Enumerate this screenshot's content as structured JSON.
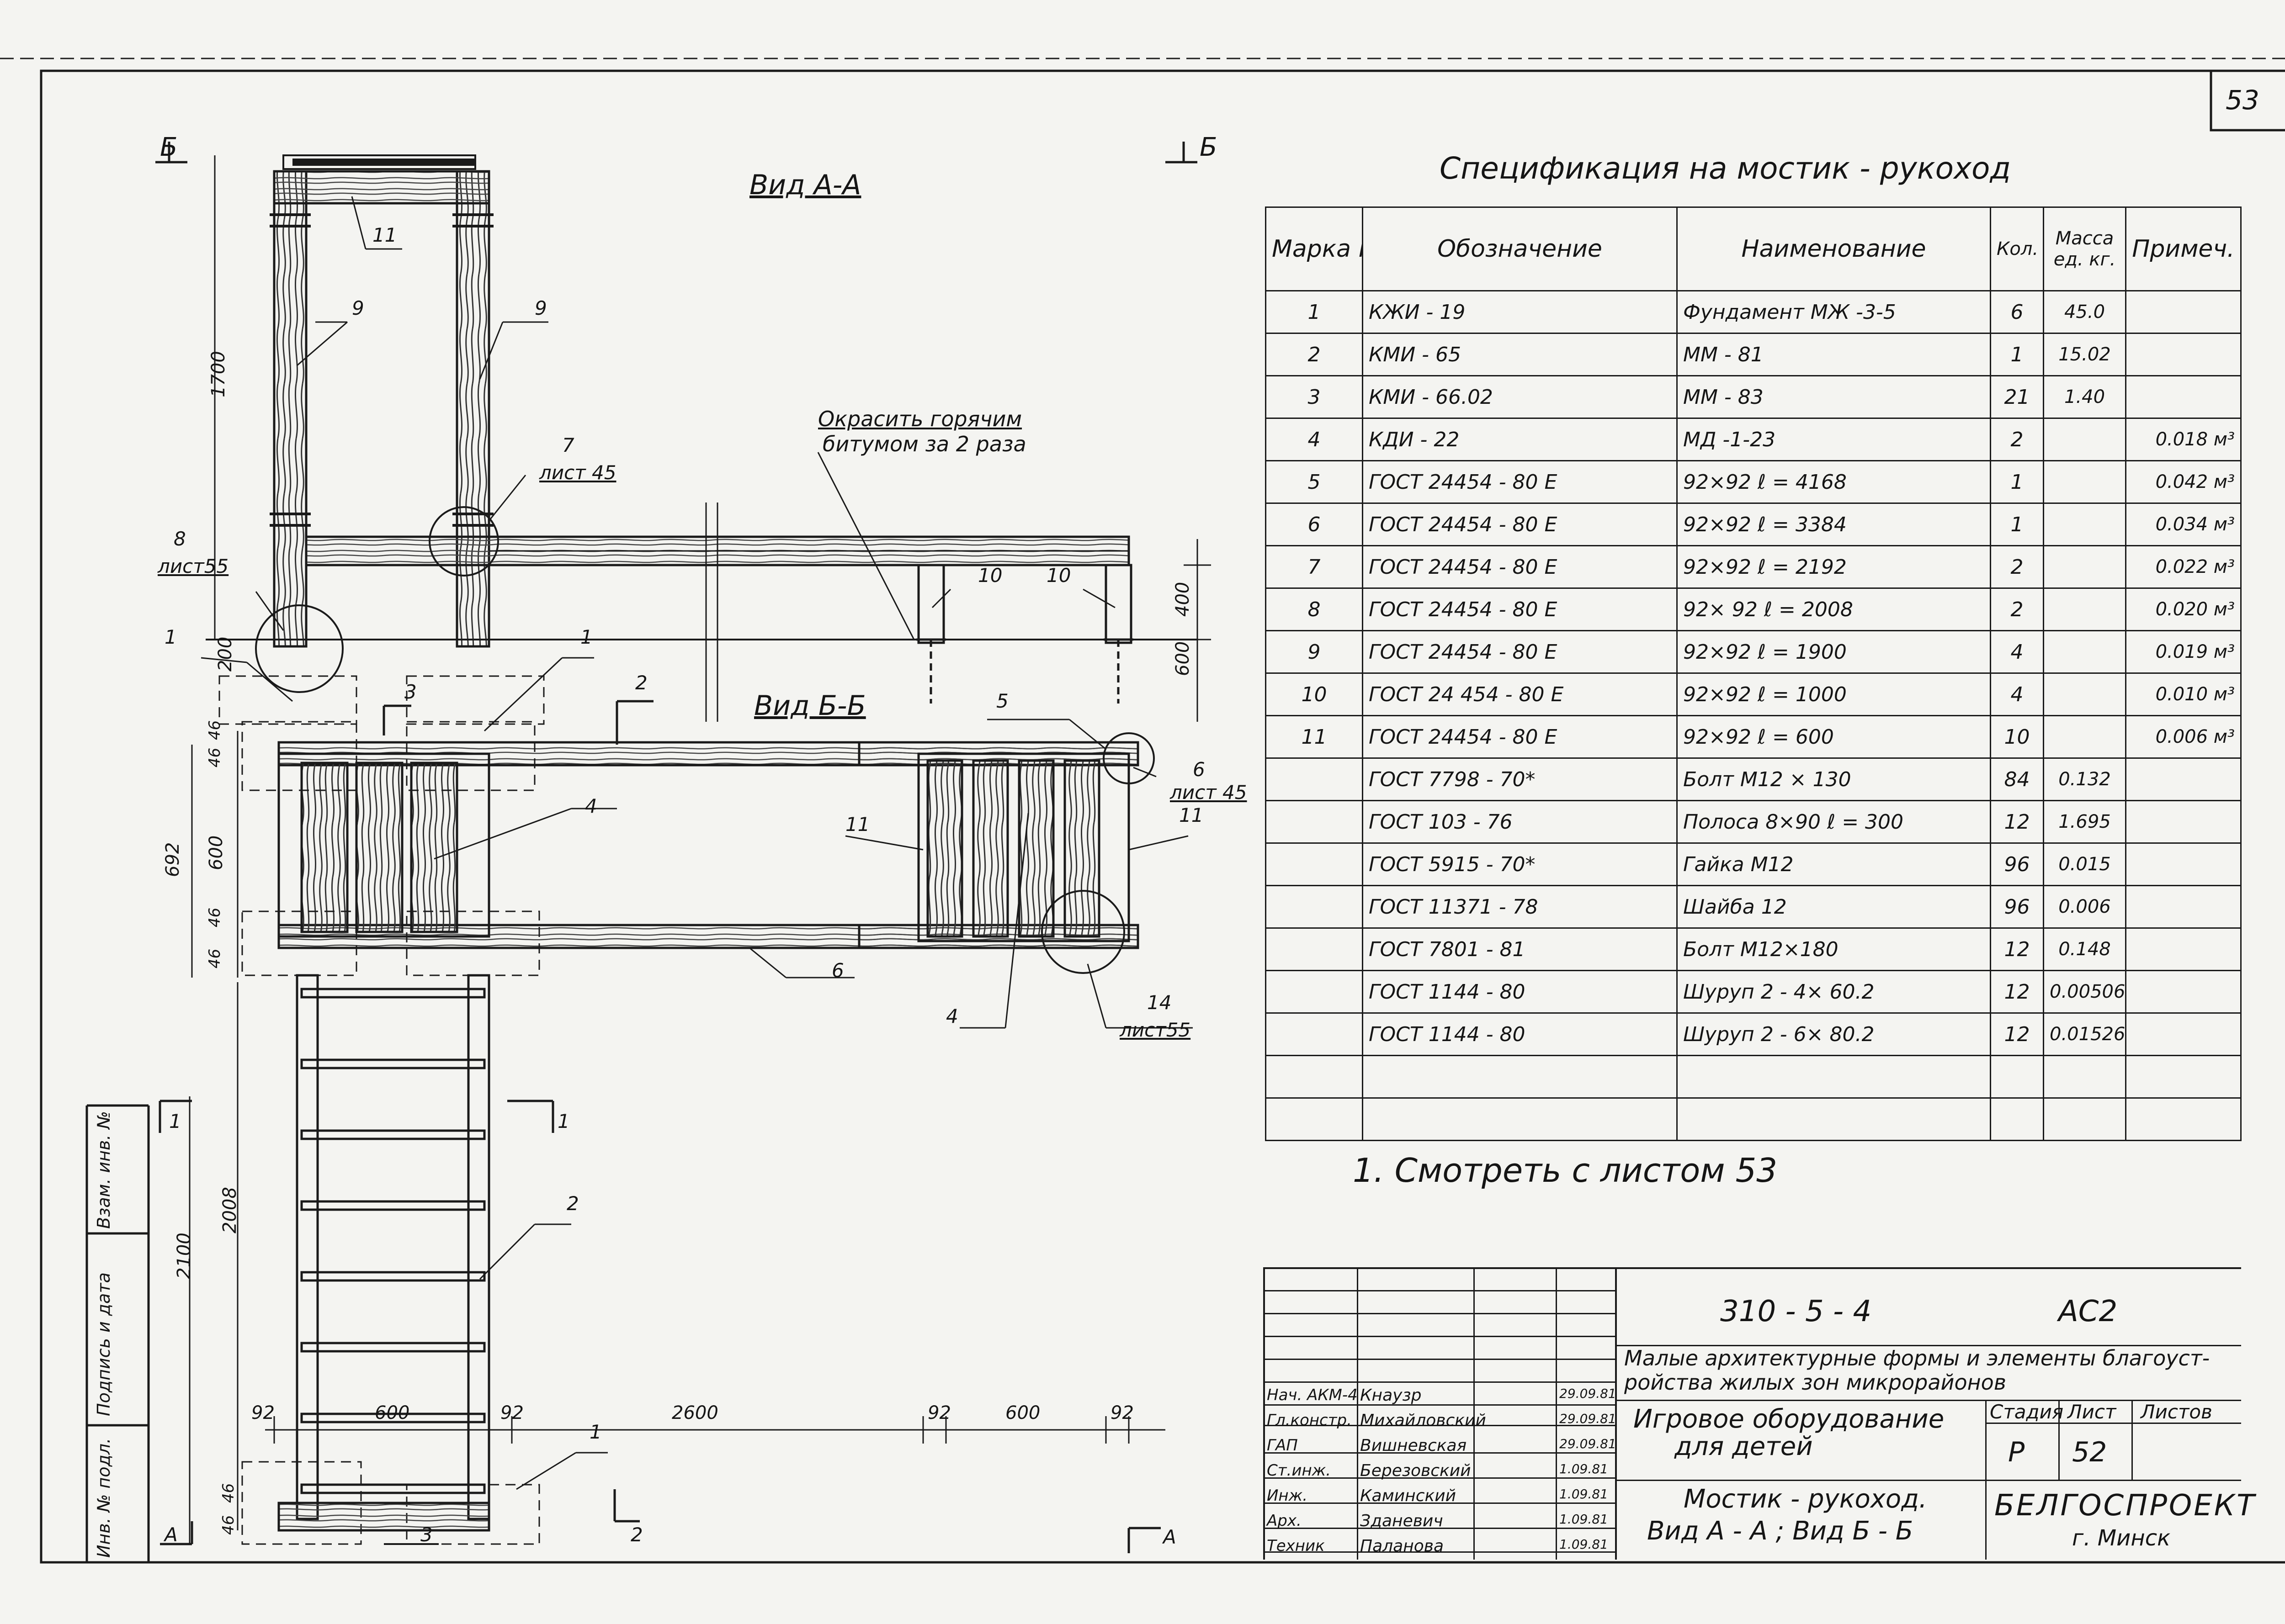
{
  "sheet_number": "53",
  "view_aa": {
    "title": "Вид А-А",
    "cut_left": "Б",
    "cut_right": "Б",
    "note_paint": [
      "Окрасить горячим",
      "битумом за 2 раза"
    ],
    "callouts": {
      "p11": "11",
      "p9a": "9",
      "p9b": "9",
      "p7": "7",
      "p7_sheet": "лист 45",
      "p8": "8",
      "p8_sheet": "лист55",
      "p10a": "10",
      "p10b": "10"
    },
    "dims": {
      "h1700": "1700",
      "h400": "400",
      "h600": "600",
      "h200": "200"
    }
  },
  "view_bb": {
    "title": "Вид Б-Б",
    "callouts": {
      "p1a": "1",
      "p1b": "1",
      "p4": "4",
      "p5": "5",
      "p6": "6",
      "p6_detail": "6",
      "p6_sheet": "лист 45",
      "p11a": "11",
      "p11b": "11",
      "p4b": "4",
      "p14": "14",
      "p14_sheet": "лист55",
      "p3": "3",
      "p2cut": "2"
    },
    "dims": {
      "d46a": "46",
      "d46b": "46",
      "d46c": "46",
      "d46d": "46",
      "d600": "600",
      "d692": "692"
    }
  },
  "ladder": {
    "callouts": {
      "p2": "2",
      "p1": "1",
      "cut1_left": "1",
      "cut1_right": "1",
      "cutA_left": "А",
      "cutA_right": "А",
      "cut3": "3",
      "cut2": "2"
    },
    "dims": {
      "h2100": "2100",
      "h2008": "2008",
      "d92a": "92",
      "d600a": "600",
      "d92b": "92",
      "d2600": "2600",
      "d92c": "92",
      "d600b": "600",
      "d92d": "92",
      "d46a": "46",
      "d46b": "46"
    }
  },
  "margin_stamp": [
    "Инв. № подл.",
    "Подпись и дата",
    "Взам. инв. №"
  ],
  "spec": {
    "title": "Спецификация  на  мостик - рукоход",
    "headers": [
      "Марка поз.",
      "Обозначение",
      "Наименование",
      "Кол.",
      "Масса ед. кг.",
      "Примеч."
    ],
    "rows": [
      {
        "pos": "1",
        "code": "КЖИ - 19",
        "name": "Фундамент  МЖ -3-5",
        "qty": "6",
        "mass": "45.0",
        "note": ""
      },
      {
        "pos": "2",
        "code": "КМИ - 65",
        "name": "ММ - 81",
        "qty": "1",
        "mass": "15.02",
        "note": ""
      },
      {
        "pos": "3",
        "code": "КМИ - 66.02",
        "name": "ММ - 83",
        "qty": "21",
        "mass": "1.40",
        "note": ""
      },
      {
        "pos": "4",
        "code": "КДИ - 22",
        "name": "МД -1-23",
        "qty": "2",
        "mass": "",
        "note": "0.018 м³"
      },
      {
        "pos": "5",
        "code": "ГОСТ  24454 - 80 Е",
        "name": "92×92        ℓ = 4168",
        "qty": "1",
        "mass": "",
        "note": "0.042 м³"
      },
      {
        "pos": "6",
        "code": "ГОСТ 24454 - 80 Е",
        "name": "92×92        ℓ = 3384",
        "qty": "1",
        "mass": "",
        "note": "0.034 м³"
      },
      {
        "pos": "7",
        "code": "ГОСТ 24454 - 80 Е",
        "name": "92×92        ℓ = 2192",
        "qty": "2",
        "mass": "",
        "note": "0.022 м³"
      },
      {
        "pos": "8",
        "code": "ГОСТ 24454 - 80 Е",
        "name": "92× 92        ℓ = 2008",
        "qty": "2",
        "mass": "",
        "note": "0.020 м³"
      },
      {
        "pos": "9",
        "code": "ГОСТ  24454 - 80 Е",
        "name": "92×92        ℓ = 1900",
        "qty": "4",
        "mass": "",
        "note": "0.019 м³"
      },
      {
        "pos": "10",
        "code": "ГОСТ 24 454 - 80 Е",
        "name": "92×92        ℓ = 1000",
        "qty": "4",
        "mass": "",
        "note": "0.010 м³"
      },
      {
        "pos": "11",
        "code": "ГОСТ 24454 - 80 Е",
        "name": "92×92        ℓ = 600",
        "qty": "10",
        "mass": "",
        "note": "0.006 м³"
      },
      {
        "pos": "",
        "code": "ГОСТ  7798 - 70*",
        "name": "Болт  М12 × 130",
        "qty": "84",
        "mass": "0.132",
        "note": ""
      },
      {
        "pos": "",
        "code": "ГОСТ  103 - 76",
        "name": "Полоса  8×90  ℓ = 300",
        "qty": "12",
        "mass": "1.695",
        "note": ""
      },
      {
        "pos": "",
        "code": "ГОСТ  5915 - 70*",
        "name": "Гайка  М12",
        "qty": "96",
        "mass": "0.015",
        "note": ""
      },
      {
        "pos": "",
        "code": "ГОСТ  11371 - 78",
        "name": "Шайба  12",
        "qty": "96",
        "mass": "0.006",
        "note": ""
      },
      {
        "pos": "",
        "code": "ГОСТ  7801 - 81",
        "name": "Болт  М12×180",
        "qty": "12",
        "mass": "0.148",
        "note": ""
      },
      {
        "pos": "",
        "code": "ГОСТ  1144 - 80",
        "name": "Шуруп  2 - 4× 60.2",
        "qty": "12",
        "mass": "0.00506",
        "note": ""
      },
      {
        "pos": "",
        "code": "ГОСТ  1144 - 80",
        "name": "Шуруп  2 - 6× 80.2",
        "qty": "12",
        "mass": "0.01526",
        "note": ""
      },
      {
        "pos": "",
        "code": "",
        "name": "",
        "qty": "",
        "mass": "",
        "note": ""
      },
      {
        "pos": "",
        "code": "",
        "name": "",
        "qty": "",
        "mass": "",
        "note": ""
      }
    ]
  },
  "note": "1.   Смотреть  с  листом  53",
  "title_block": {
    "doc_code": "310 - 5 - 4",
    "mark": "АС2",
    "project": [
      "Малые  архитектурные  формы  и  элементы  благоуст-",
      "ройства  жилых  зон  микрорайонов"
    ],
    "stage_header": "Стадия",
    "sheet_header": "Лист",
    "sheets_header": "Листов",
    "stage": "Р",
    "sheet": "52",
    "sheets": "",
    "object": [
      "Игровое  оборудование",
      "для  детей"
    ],
    "drawing": [
      "Мостик - рукоход.",
      "Вид  А - А ;  Вид  Б - Б"
    ],
    "org": [
      "БЕЛГОСПРОЕКТ",
      "г. Минск"
    ],
    "people": [
      {
        "role": "Нач. АКМ-4",
        "name": "Кнаузр",
        "date": "29.09.81"
      },
      {
        "role": "Гл.констр.",
        "name": "Михайловский",
        "date": "29.09.81"
      },
      {
        "role": "ГАП",
        "name": "Вишневская",
        "date": "29.09.81"
      },
      {
        "role": "Ст.инж.",
        "name": "Березовский",
        "date": "1.09.81"
      },
      {
        "role": "Инж.",
        "name": "Каминский",
        "date": "1.09.81"
      },
      {
        "role": "Арх.",
        "name": "Зданевич",
        "date": "1.09.81"
      },
      {
        "role": "Техник",
        "name": "Паланова",
        "date": "1.09.81"
      }
    ]
  }
}
